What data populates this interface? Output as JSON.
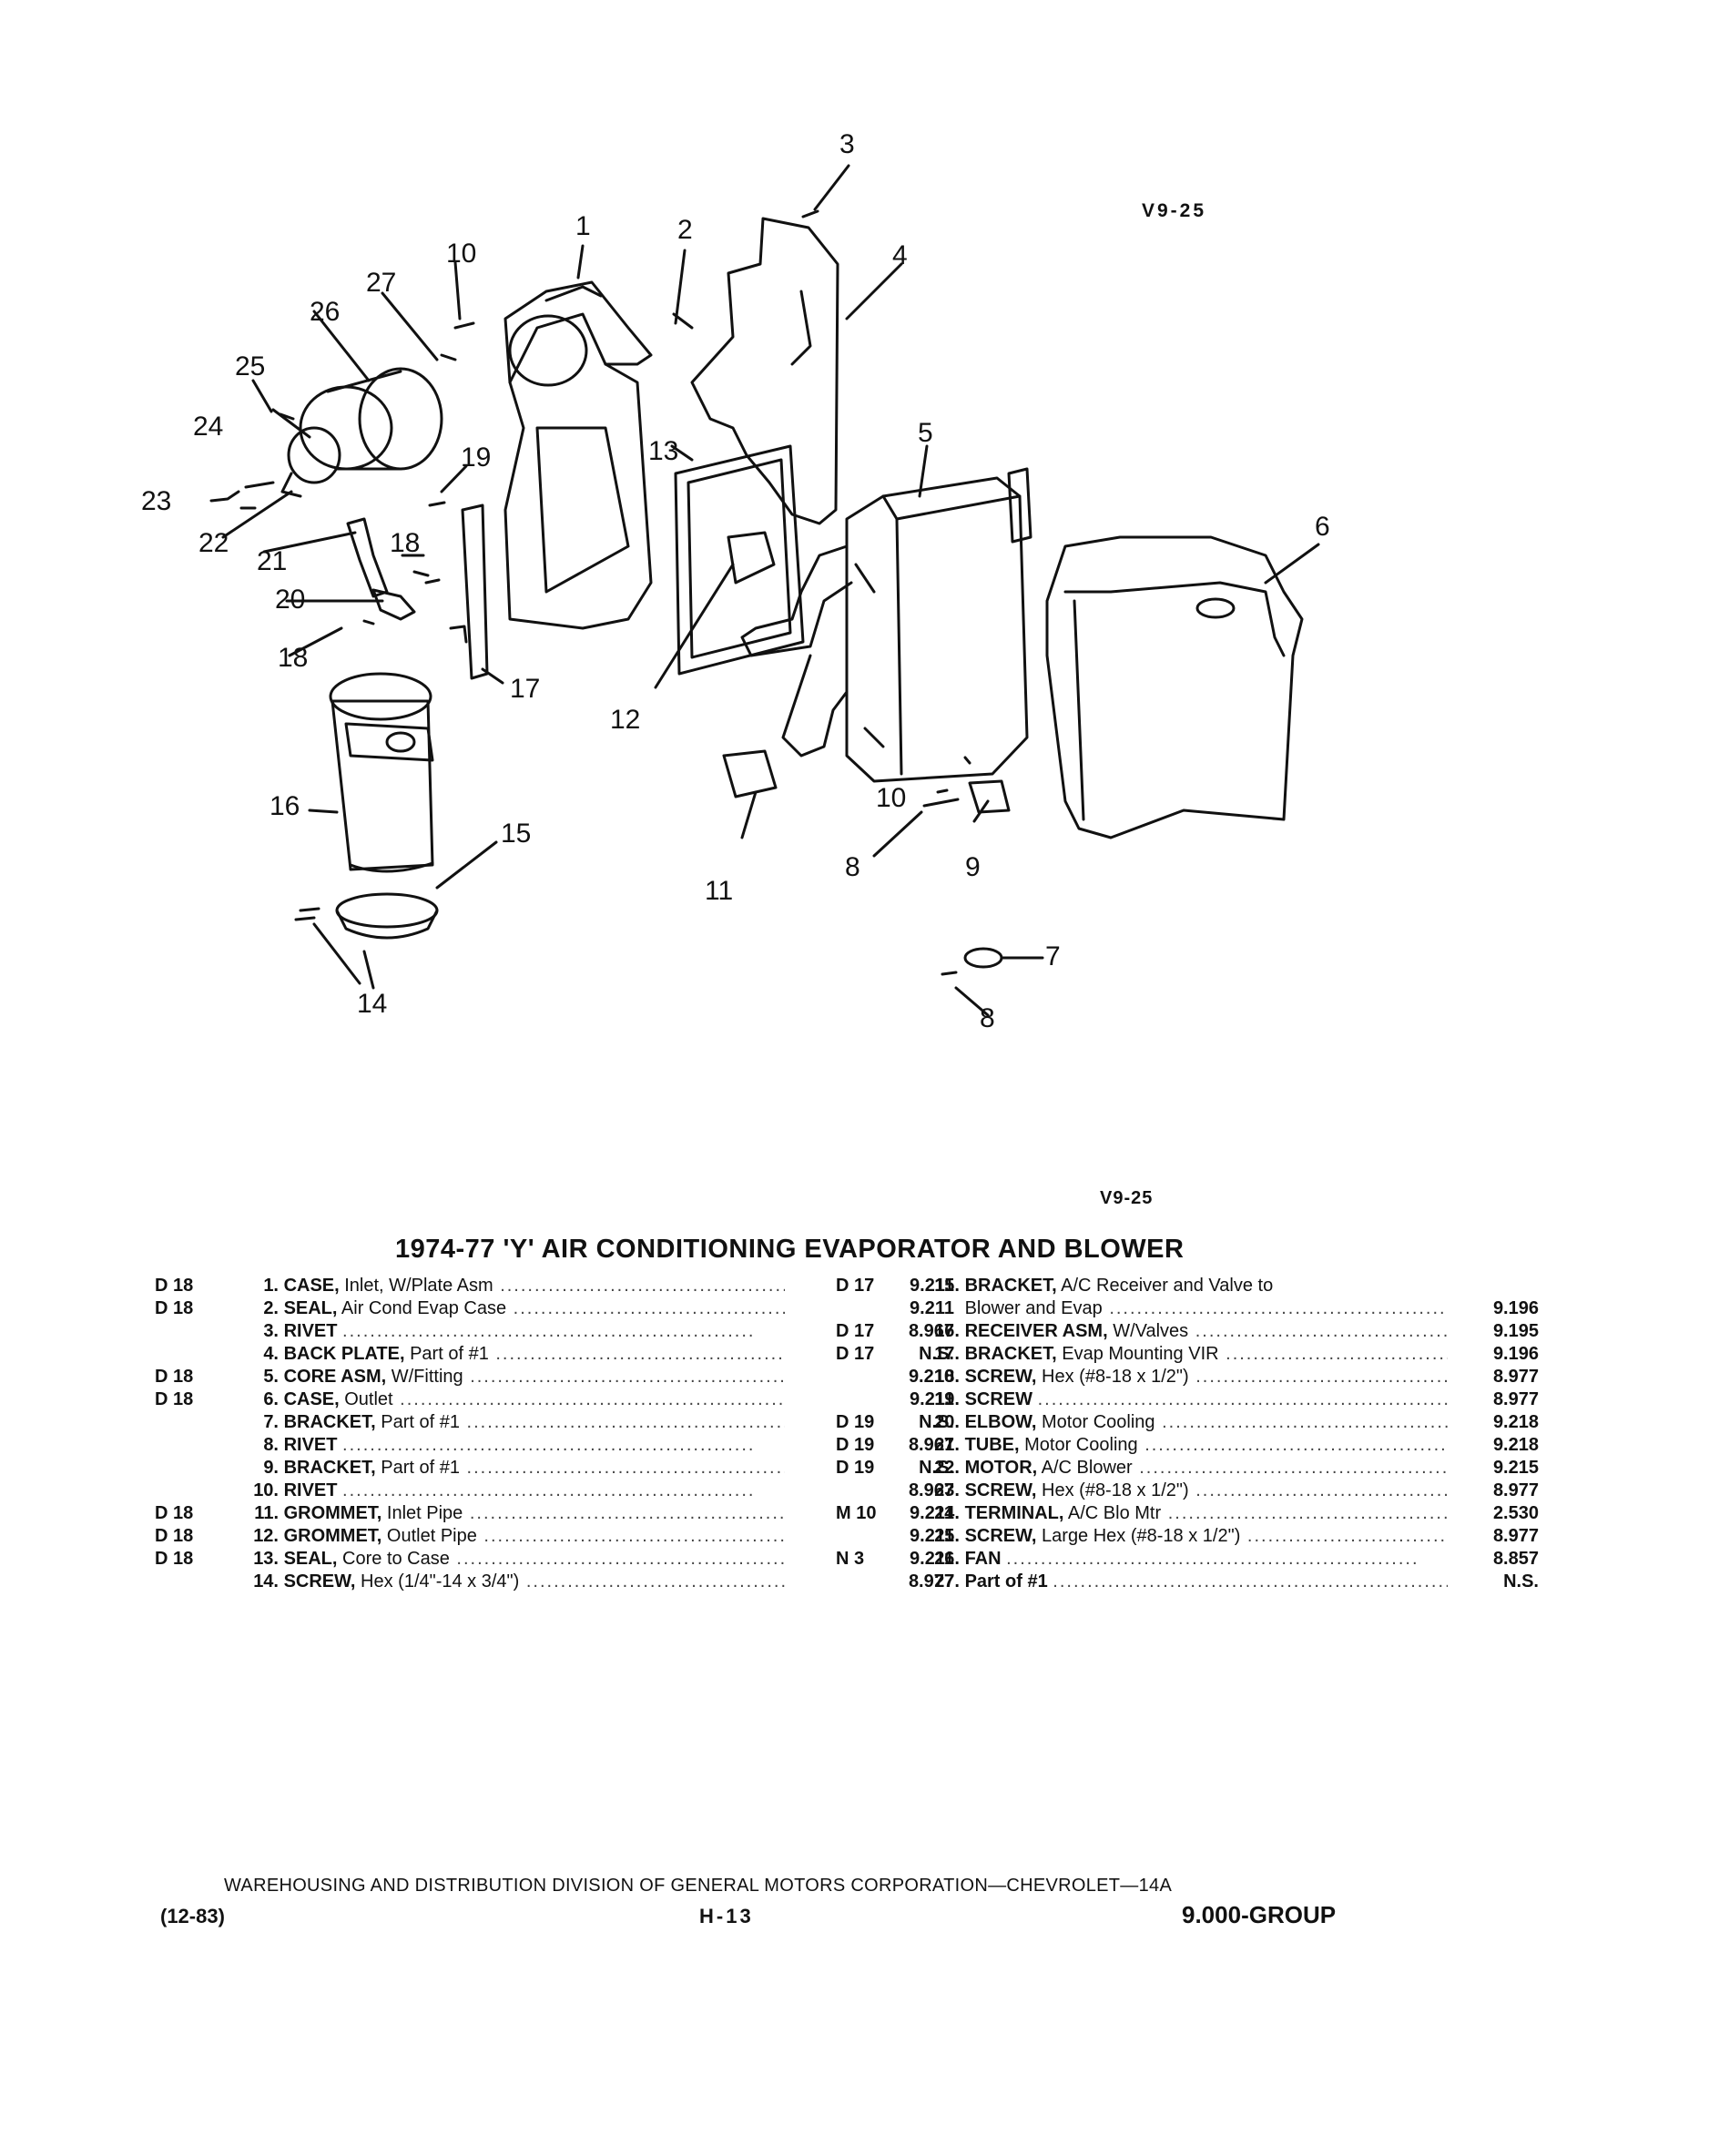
{
  "header": {
    "tag_top": "V9-25",
    "tag_bottom": "V9-25"
  },
  "diagram": {
    "callouts": [
      "1",
      "2",
      "3",
      "4",
      "5",
      "6",
      "7",
      "8",
      "8",
      "9",
      "10",
      "10",
      "11",
      "12",
      "13",
      "14",
      "15",
      "16",
      "17",
      "18",
      "18",
      "19",
      "20",
      "21",
      "22",
      "23",
      "24",
      "25",
      "26",
      "27"
    ]
  },
  "title": "1974-77 'Y' AIR CONDITIONING EVAPORATOR AND BLOWER",
  "parts_left": [
    {
      "code": "D 18",
      "num": "1.",
      "name": "CASE,",
      "detail": "Inlet, W/Plate Asm",
      "group": "9.211"
    },
    {
      "code": "D 18",
      "num": "2.",
      "name": "SEAL,",
      "detail": "Air Cond Evap Case",
      "group": "9.211"
    },
    {
      "code": "",
      "num": "3.",
      "name": "RIVET",
      "detail": "",
      "group": "8.967"
    },
    {
      "code": "",
      "num": "4.",
      "name": "BACK PLATE,",
      "detail": "Part of #1",
      "group": "N.S."
    },
    {
      "code": "D 18",
      "num": "5.",
      "name": "CORE ASM,",
      "detail": "W/Fitting",
      "group": "9.210"
    },
    {
      "code": "D 18",
      "num": "6.",
      "name": "CASE,",
      "detail": "Outlet",
      "group": "9.211"
    },
    {
      "code": "",
      "num": "7.",
      "name": "BRACKET,",
      "detail": "Part of #1",
      "group": "N.S."
    },
    {
      "code": "",
      "num": "8.",
      "name": "RIVET",
      "detail": "",
      "group": "8.967"
    },
    {
      "code": "",
      "num": "9.",
      "name": "BRACKET,",
      "detail": "Part of #1",
      "group": "N.S."
    },
    {
      "code": "",
      "num": "10.",
      "name": "RIVET",
      "detail": "",
      "group": "8.967"
    },
    {
      "code": "D 18",
      "num": "11.",
      "name": "GROMMET,",
      "detail": "Inlet Pipe",
      "group": "9.211"
    },
    {
      "code": "D 18",
      "num": "12.",
      "name": "GROMMET,",
      "detail": "Outlet Pipe",
      "group": "9.211"
    },
    {
      "code": "D 18",
      "num": "13.",
      "name": "SEAL,",
      "detail": "Core to Case",
      "group": "9.211"
    },
    {
      "code": "",
      "num": "14.",
      "name": "SCREW,",
      "detail": "Hex (1/4\"-14 x 3/4\")",
      "group": "8.977"
    }
  ],
  "parts_right": [
    {
      "code": "D 17",
      "num": "15.",
      "name": "BRACKET,",
      "detail": "A/C Receiver and Valve to",
      "group": ""
    },
    {
      "code": "",
      "num": "",
      "name": "",
      "detail": "Blower and Evap",
      "group": "9.196"
    },
    {
      "code": "D 17",
      "num": "16.",
      "name": "RECEIVER ASM,",
      "detail": "W/Valves",
      "group": "9.195"
    },
    {
      "code": "D 17",
      "num": "17.",
      "name": "BRACKET,",
      "detail": "Evap Mounting VIR",
      "group": "9.196"
    },
    {
      "code": "",
      "num": "18.",
      "name": "SCREW,",
      "detail": "Hex (#8-18 x 1/2\")",
      "group": "8.977"
    },
    {
      "code": "",
      "num": "19.",
      "name": "SCREW",
      "detail": "",
      "group": "8.977"
    },
    {
      "code": "D 19",
      "num": "20.",
      "name": "ELBOW,",
      "detail": "Motor Cooling",
      "group": "9.218"
    },
    {
      "code": "D 19",
      "num": "21.",
      "name": "TUBE,",
      "detail": "Motor Cooling",
      "group": "9.218"
    },
    {
      "code": "D 19",
      "num": "22.",
      "name": "MOTOR,",
      "detail": "A/C Blower",
      "group": "9.215"
    },
    {
      "code": "",
      "num": "23.",
      "name": "SCREW,",
      "detail": "Hex (#8-18 x 1/2\")",
      "group": "8.977"
    },
    {
      "code": "M 10",
      "num": "24.",
      "name": "TERMINAL,",
      "detail": "A/C Blo Mtr",
      "group": "2.530"
    },
    {
      "code": "",
      "num": "25.",
      "name": "SCREW,",
      "detail": "Large Hex (#8-18 x 1/2\")",
      "group": "8.977"
    },
    {
      "code": "N 3",
      "num": "26.",
      "name": "FAN",
      "detail": "",
      "group": "8.857"
    },
    {
      "code": "",
      "num": "27.",
      "name": "Part of #1",
      "detail": "",
      "group": "N.S."
    }
  ],
  "footer": {
    "line": "WAREHOUSING AND DISTRIBUTION DIVISION OF GENERAL MOTORS CORPORATION—CHEVROLET—14A",
    "date": "(12-83)",
    "page": "H-13",
    "group": "9.000-GROUP"
  }
}
